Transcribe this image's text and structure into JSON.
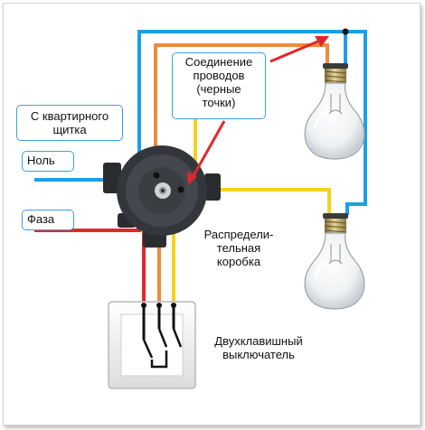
{
  "labels": {
    "junction_note_line1": "Соединение",
    "junction_note_line2": "проводов",
    "junction_note_line3": "(черные",
    "junction_note_line4": "точки)",
    "panel_line1": "С квартирного",
    "panel_line2": "щитка",
    "neutral": "Ноль",
    "phase": "Фаза",
    "box_line1": "Распредели-",
    "box_line2": "тельная",
    "box_line3": "коробка",
    "switch_line1": "Двухклавишный",
    "switch_line2": "выключатель"
  },
  "colors": {
    "neutral_wire": "#1aa0e6",
    "phase_wire": "#e0282a",
    "lamp1_wire": "#f08a3c",
    "lamp2_wire": "#f4d21e",
    "arrow": "#e0282a",
    "label_border": "#3da0e0"
  },
  "icons": {
    "junction_box": "junction-box-icon",
    "lamp": "light-bulb-icon",
    "switch": "double-switch-icon"
  }
}
